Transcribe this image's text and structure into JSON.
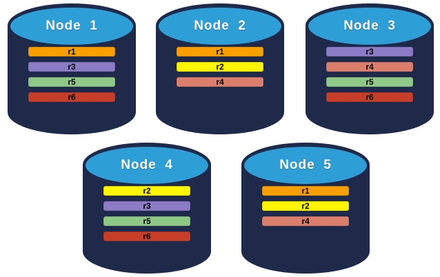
{
  "colors": {
    "background": "#FFFFFF",
    "cylinder_body": "#1F2A4B",
    "cylinder_top": "#2E9FD6",
    "node_label_text": "#FFFFFF",
    "bar_text": "#000000",
    "replicas": {
      "r1": "#F9A000",
      "r2": "#FFF600",
      "r3": "#8C7BC5",
      "r4": "#DB7E6C",
      "r5": "#8FC787",
      "r6": "#C63D28"
    }
  },
  "nodes": [
    {
      "label": "Node  1",
      "replicas": [
        "r1",
        "r3",
        "r5",
        "r6"
      ]
    },
    {
      "label": "Node  2",
      "replicas": [
        "r1",
        "r2",
        "r4"
      ]
    },
    {
      "label": "Node  3",
      "replicas": [
        "r3",
        "r4",
        "r5",
        "r6"
      ]
    },
    {
      "label": "Node  4",
      "replicas": [
        "r2",
        "r3",
        "r5",
        "r6"
      ]
    },
    {
      "label": "Node  5",
      "replicas": [
        "r1",
        "r2",
        "r4"
      ]
    }
  ]
}
